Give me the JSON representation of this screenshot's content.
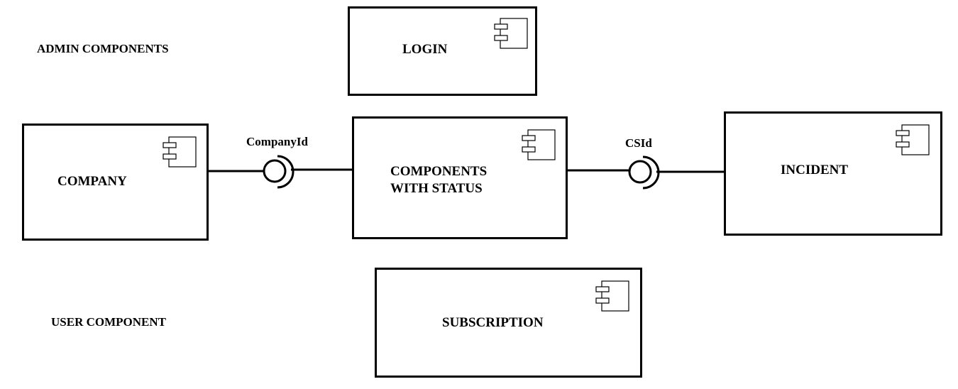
{
  "sections": {
    "admin_label": "ADMIN COMPONENTS",
    "user_label": "USER COMPONENT"
  },
  "components": {
    "login": "LOGIN",
    "company": "COMPANY",
    "components_with_status_line1": "COMPONENTS",
    "components_with_status_line2": "WITH STATUS",
    "incident": "INCIDENT",
    "subscription": "SUBSCRIPTION"
  },
  "interfaces": {
    "company_id": "CompanyId",
    "cs_id": "CSId"
  },
  "icons": {
    "component": "uml-component-icon",
    "provided_interface": "lollipop-icon",
    "required_interface": "socket-icon"
  }
}
